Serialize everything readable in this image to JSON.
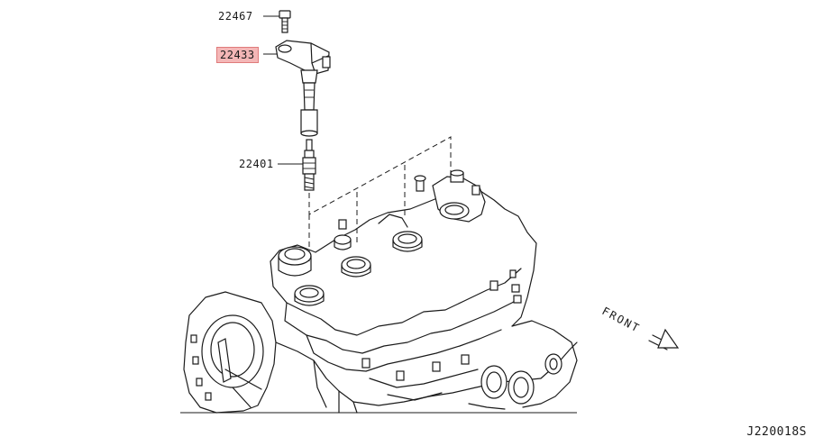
{
  "callouts": {
    "bolt": "22467",
    "ignition_coil": "22433",
    "spark_plug": "22401"
  },
  "front_label": "FRONT",
  "reference_code": "J220018S",
  "highlight_color": "#f4b7b7"
}
